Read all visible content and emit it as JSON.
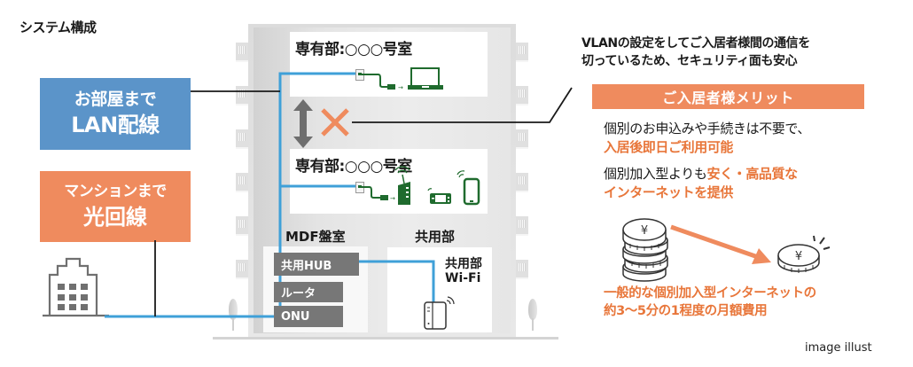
{
  "page": {
    "title": "システム構成",
    "credit": "image illust"
  },
  "labels": {
    "lan": {
      "line1": "お部屋まで",
      "line2": "LAN配線"
    },
    "fiber": {
      "line1": "マンションまで",
      "line2": "光回線"
    }
  },
  "building": {
    "rooms": [
      {
        "title": "専有部:○○○号室",
        "devices": [
          "wall-outlet",
          "lan-cable",
          "laptop"
        ]
      },
      {
        "title": "専有部:○○○号室",
        "devices": [
          "wall-outlet",
          "lan-cable",
          "wifi-router",
          "game-console",
          "smartphone"
        ]
      }
    ],
    "isolation": {
      "arrow": "double-arrow",
      "mark": "x-mark"
    },
    "mdf": {
      "title": "MDF盤室",
      "equipment": [
        "共用HUB",
        "ルータ",
        "ONU"
      ]
    },
    "common": {
      "title": "共用部",
      "device_label_line1": "共用部",
      "device_label_line2": "Wi-Fi"
    }
  },
  "vlan_note": {
    "line1": "VLANの設定をしてご入居者様間の通信を",
    "line2": "切っているため、セキュリティ面も安心"
  },
  "merits": {
    "header": "ご入居者様メリット",
    "items": [
      {
        "plain": "個別のお申込みや手続きは不要で、",
        "highlight": "入居後即日ご利用可能"
      },
      {
        "plain": "個別加入型よりも",
        "highlight": "安く・高品質な",
        "highlight2": "インターネットを提供"
      }
    ],
    "cost": {
      "line1": "一般的な個別加入型インターネットの",
      "line2": "約3〜5分の1程度の月額費用"
    }
  },
  "colors": {
    "blue_box": "#5b94c9",
    "orange": "#ef8b5e",
    "orange_text": "#e8763a",
    "cable_blue": "#3fa0d8",
    "device_green": "#1f6b2e",
    "equipment_gray": "#777777"
  }
}
